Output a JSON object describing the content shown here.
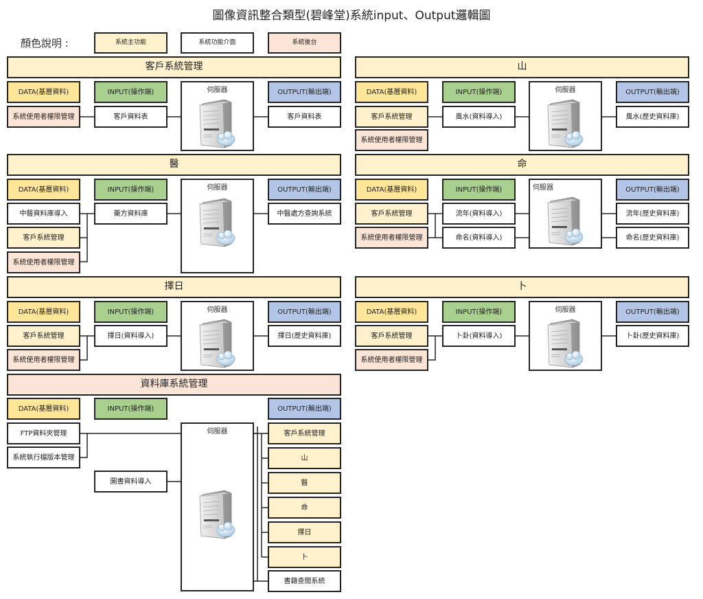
{
  "title": "圖像資訊整合類型(碧峰堂)系統input、Output邏輯圖",
  "legend": {
    "label": "顏色說明 :",
    "items": [
      {
        "label": "系統主功能",
        "color": "#fff2cc"
      },
      {
        "label": "系統功能介面",
        "color": "#ffffff"
      },
      {
        "label": "系統後台",
        "color": "#fce4d6"
      }
    ]
  },
  "column_headers": {
    "data": "DATA(基層資料)",
    "input": "INPUT(操作端)",
    "server": "伺服器",
    "output": "OUTPUT(輸出端)"
  },
  "colors": {
    "main": "#fff2cc",
    "interface": "#ffffff",
    "backend": "#fce4d6",
    "data_header": "#ffe699",
    "input_header": "#a9d08e",
    "output_header": "#b4c6e7"
  },
  "sections": {
    "customer": {
      "title": "客戶系統管理",
      "data": [
        "系統使用者權限管理"
      ],
      "input": [
        "客戶資料表"
      ],
      "output": [
        "客戶資料表"
      ]
    },
    "mountain": {
      "title": "山",
      "data": [
        "客戶系統管理",
        "系統使用者權限管理"
      ],
      "input": [
        "風水(資料導入)"
      ],
      "output": [
        "風水(歷史資料庫)"
      ]
    },
    "medicine": {
      "title": "醫",
      "data": [
        "中醫資料庫導入",
        "客戶系統管理",
        "系統使用者權限管理"
      ],
      "input": [
        "藥方資料庫"
      ],
      "output": [
        "中醫處方查詢系統"
      ]
    },
    "fate": {
      "title": "命",
      "data": [
        "客戶系統管理",
        "系統使用者權限管理"
      ],
      "input": [
        "流年(資料導入)",
        "命名(資料導入)"
      ],
      "output": [
        "流年(歷史資料庫)",
        "命名(歷史資料庫)"
      ]
    },
    "dateselect": {
      "title": "擇日",
      "data": [
        "客戶系統管理",
        "系統使用者權限管理"
      ],
      "input": [
        "擇日(資料導入)"
      ],
      "output": [
        "擇日(歷史資料庫)"
      ]
    },
    "divination": {
      "title": "卜",
      "data": [
        "客戶系統管理",
        "系統使用者權限管理"
      ],
      "input": [
        "卜卦(資料導入)"
      ],
      "output": [
        "卜卦(歷史資料庫)"
      ]
    },
    "database": {
      "title": "資料庫系統管理",
      "data": [
        "FTP資料夾管理",
        "系統執行檔版本管理"
      ],
      "input": [
        "圖書資料導入"
      ],
      "output": [
        "客戶系統管理",
        "山",
        "醫",
        "命",
        "擇日",
        "卜",
        "書籍查閱系統"
      ]
    }
  },
  "icons": {
    "server": "server-tower-with-cloud-icon"
  }
}
